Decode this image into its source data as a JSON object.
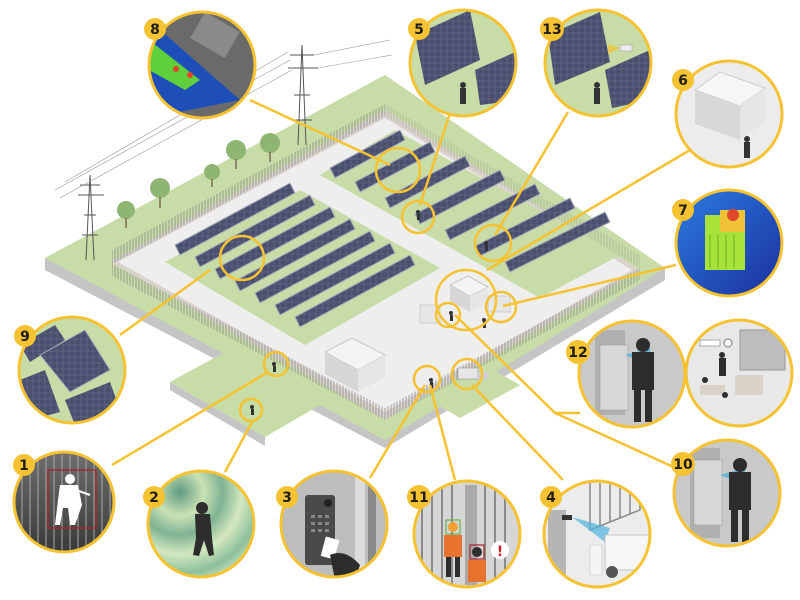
{
  "diagram": {
    "subject": "Solar farm security surveillance overview",
    "colors": {
      "callout_ring": "#f5c232",
      "badge_fill": "#f5c232",
      "badge_text": "#1d1d1b",
      "grass": "#c7dca6",
      "concrete": "#eeeeee",
      "base_side": "#c5c5c5",
      "panel": "#4a4f6e",
      "panel_frame": "#a9acb8",
      "building": "#e3e3e3",
      "fence": "#8a8a8a",
      "tree": "#8fb573",
      "thermal_blue": "#1e4fb8",
      "thermal_green": "#a8e33b",
      "thermal_red": "#e0462a",
      "detection_box": "#a3232b",
      "ir_beam": "#4fb3e0"
    },
    "callouts": [
      {
        "number": "1",
        "scene": "Intruder cutting fence detected inside red bounding box"
      },
      {
        "number": "2",
        "scene": "Person walking across grass near perimeter (radar zone)"
      },
      {
        "number": "3",
        "scene": "Keycard reader / intercom access control at gate"
      },
      {
        "number": "4",
        "scene": "Camera at vehicle gate reading truck"
      },
      {
        "number": "5",
        "scene": "Guard patrolling between solar panel rows"
      },
      {
        "number": "6",
        "scene": "Substation building with guard"
      },
      {
        "number": "7",
        "scene": "Thermal image of transformer"
      },
      {
        "number": "8",
        "scene": "Thermal inspection of solar panel hotspots"
      },
      {
        "number": "9",
        "scene": "Damaged / tilted solar panel"
      },
      {
        "number": "10",
        "scene": "Guard entering control room door"
      },
      {
        "number": "11",
        "scene": "Workers in hi-vis vests at gate, PPE detection alert"
      },
      {
        "number": "12",
        "scene": "Guard at control room door with scanner"
      },
      {
        "number": "13",
        "scene": "PTZ camera mounted between solar panel rows"
      }
    ],
    "unnumbered_callouts": [
      {
        "scene": "Operators monitoring video wall in control room"
      }
    ]
  }
}
